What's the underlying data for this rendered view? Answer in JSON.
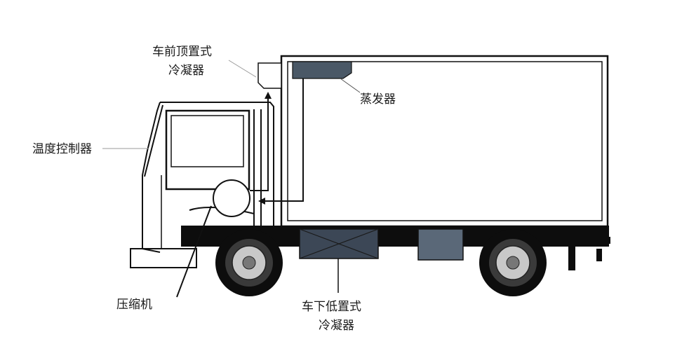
{
  "labels": {
    "roof_condenser_line1": "车前顶置式",
    "roof_condenser_line2": "冷凝器",
    "evaporator": "蒸发器",
    "thermostat": "温度控制器",
    "compressor": "压缩机",
    "under_condenser_line1": "车下低置式",
    "under_condenser_line2": "冷凝器"
  },
  "colors": {
    "outline": "#111111",
    "chassis": "#0d0d0d",
    "evaporator_fill": "#4a5866",
    "under_condenser_fill": "#3c4756",
    "tank_fill": "#5a6878",
    "leader_line": "#9a9a9a"
  }
}
